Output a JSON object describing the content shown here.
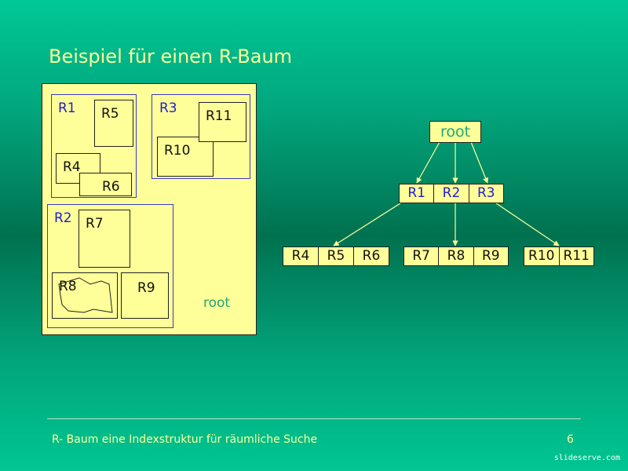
{
  "title": "Beispiel für einen R-Baum",
  "spatial": {
    "R1": "R1",
    "R2": "R2",
    "R3": "R3",
    "R4": "R4",
    "R5": "R5",
    "R6": "R6",
    "R7": "R7",
    "R8": "R8",
    "R9": "R9",
    "R10": "R10",
    "R11": "R11",
    "root": "root"
  },
  "tree": {
    "root": "root",
    "level1": [
      "R1",
      "R2",
      "R3"
    ],
    "leaves": [
      [
        "R4",
        "R5",
        "R6"
      ],
      [
        "R7",
        "R8",
        "R9"
      ],
      [
        "R10",
        "R11"
      ]
    ]
  },
  "footer": {
    "text": "R- Baum eine Indexstruktur für räumliche Suche",
    "page": "6"
  },
  "watermark": "slideserve.com",
  "colors": {
    "accent_text": "#ffff99",
    "node_fill": "#ffff99",
    "group_border": "#3a3acc",
    "group_label": "#2020d0",
    "root_label": "#1aaa7a"
  }
}
